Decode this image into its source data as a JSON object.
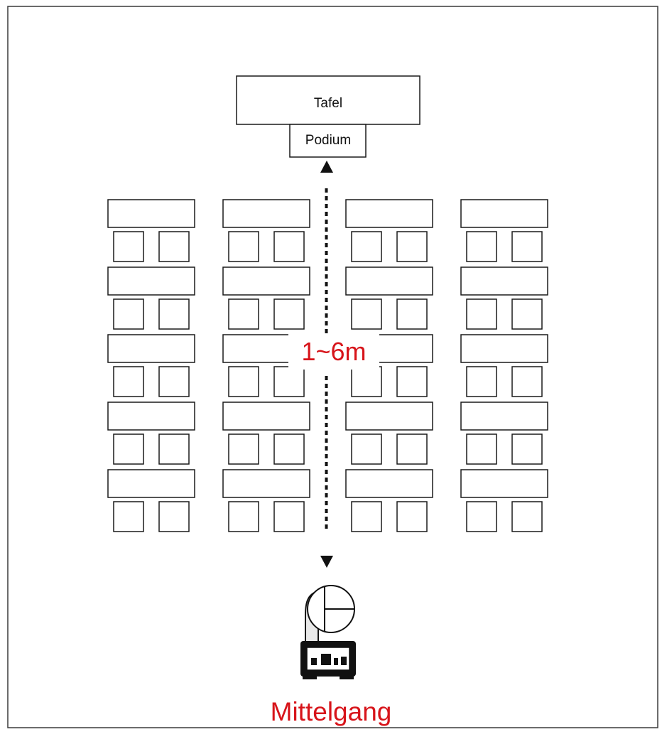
{
  "labels": {
    "board": "Tafel",
    "podium": "Podium",
    "distance": "1~6m",
    "aisle": "Mittelgang"
  },
  "layout_info": {
    "desk_columns": 4,
    "desk_rows": 5,
    "seats_per_desk": 2
  },
  "colors": {
    "stroke": "#1a1a1a",
    "accent": "#d7141a",
    "background": "#ffffff"
  }
}
